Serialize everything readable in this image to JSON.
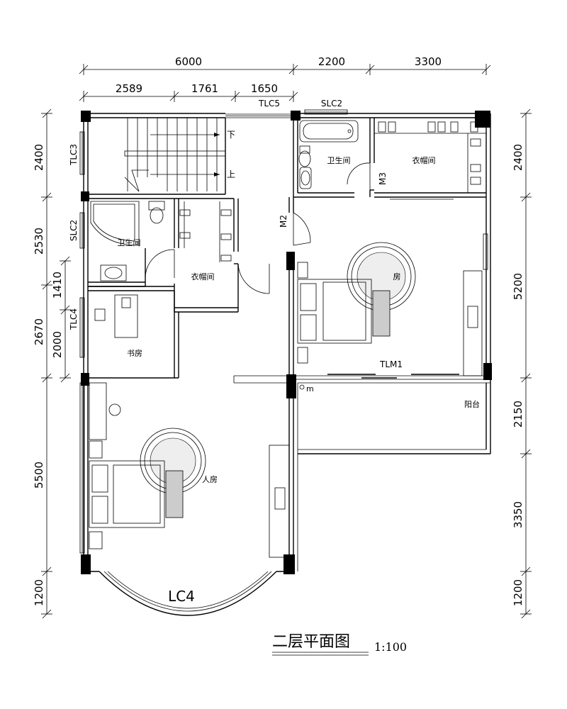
{
  "title": "二层平面图",
  "scale": "1:100",
  "dimensions": {
    "top_overall": [
      "6000",
      "2200",
      "3300"
    ],
    "top_detail": [
      "2589",
      "1761",
      "1650"
    ],
    "left": [
      "2400",
      "2530",
      "1410",
      "2670",
      "2000",
      "5500",
      "1200"
    ],
    "right": [
      "2400",
      "5200",
      "2150",
      "3350",
      "1200"
    ]
  },
  "rooms": {
    "bath_upper": "卫生间",
    "closet_upper": "衣帽间",
    "bath_lower": "卫生间",
    "closet_lower": "衣帽间",
    "study": "书房",
    "bedroom_right": "房",
    "bedroom_left": "人房",
    "balcony": "阳台"
  },
  "openings": {
    "tlc5": "TLC5",
    "slc2_top": "SLC2",
    "tlc3": "TLC3",
    "slc2_left": "SLC2",
    "tlc4": "TLC4",
    "m2": "M2",
    "m3": "M3",
    "tlm1": "TLM1",
    "lc4": "LC4"
  },
  "stairs": {
    "down": "下",
    "up": "上"
  },
  "marks": {
    "m": "m"
  }
}
